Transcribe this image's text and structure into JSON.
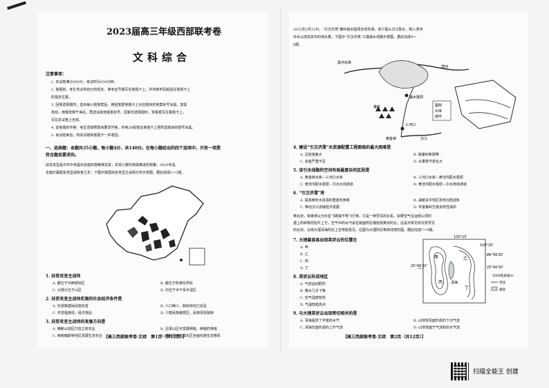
{
  "left": {
    "title": "2023届高三年级西部联考卷",
    "subject": "文科综合",
    "notice_head": "注意事项：",
    "notices": [
      "1. 本试卷满分300分，考试时间150分钟。",
      "2. 答题前，考生务必将自己的姓名、准考证号填写在答题卡上，并将条形码粘贴在答题卡上",
      "   的指定位置。",
      "3. 回答选择题时，选出每小题答案后，用铅笔把答题卡上对应题目的答案标号涂黑。如需",
      "   改动，用橡皮擦干净后，再选涂其他答案标号。回答非选择题时，将答案写在答题卡上。",
      "   写在本试卷上无效。",
      "4. 选考题的作答：考生须按照题目要求作答，并用2B铅笔在答题卡上把所选题目的题号涂黑。",
      "5. 考试结束后，将本试卷和答题卡一并收回。"
    ],
    "section": "一、选择题：本题共35小题，每小题4分，共140分。在每小题给出的四个选项中，只有一项是",
    "section2": "符合题目要求的。",
    "intro": [
      "    扶贫攻坚是中共中央提出全面实施精准扶贫，实现小康并用需推进的政策，2020年是",
      "全面打赢脱贫攻坚战收官之年。下图示我国扶贫攻坚主战场分布示意图。据此完成1～3题。"
    ],
    "questions": [
      {
        "stem": "1. 扶贫攻坚主战场",
        "opts": [
          "A. 都位于中西部地区",
          "B. 都位于阶梯交界处",
          "C. 大部分位于山区",
          "D. 均位于半干旱半湿区"
        ]
      },
      {
        "stem": "2. 扶贫攻坚主战场实施的社会经济条件是",
        "opts": [
          "A. 交通等基础设施完善",
          "B. 人口稀少，剩余劳动力充足",
          "C. 开发程度低，经济落后",
          "D. 少数民族聚居区，民族风情独特"
        ]
      },
      {
        "stem": "3. 扶贫攻坚主战场的发展方向是",
        "opts": [
          "A. 横断山地区打造立体农业",
          "B. 吕梁山区可发展种植，种植的特植",
          "C. 西南喀斯特地区发展生态农业",
          "D. 横断部部石漠化区全面实施生态移民"
        ]
      }
    ],
    "footer": "【高三西部联考卷·文综　第1页（共12页）】"
  },
  "right": {
    "intro": [
      "    2022年2月22日，“引汉济渭”秦岭输水隧洞全线贯通，该工程从汉江取水，跨入渭河",
      "补水以增加关中的地水量，下图示“引汉济渭”工程输水线路示意图。据此完成4～",
      "6题。"
    ],
    "map_labels": [
      "黑河水库",
      "秦岭",
      "输水隧洞",
      "渭河",
      "汉江",
      "三河口",
      "黄金峡",
      "图例",
      "水库",
      "城市"
    ],
    "questions": [
      {
        "stem": "4. 建设“引汉济渭”水资源配置工程面临的最大困难是",
        "opts": [
          "A. 沿途落差大",
          "B. 跨秦岭断裂带",
          "C. 资金严重不足",
          "D. 水量季节变化大"
        ]
      },
      {
        "stem": "5. 该引水线路的空间布局最复杂的区段是",
        "opts": [
          "A. 黄金峡水库—三河口水库",
          "B. 三河口水库—黄池沟配水枢纽",
          "C. 黄池沟配水枢纽—引水北线通道",
          "D. 黄池沟配水枢纽—引水南线通道"
        ]
      },
      {
        "stem": "6. “引汉济渭”将",
        "opts": [
          "A. 提高西安水资源的重复利用率",
          "B. 减缓关中地区农田沉陷迹象",
          "C. 带动汉江流域经济发展",
          "D. 丰富秦岭生物多样性保护"
        ]
      }
    ],
    "passage": [
      "    英云状，常被误认为外星飞碟或不明飞行物，它是一种罕见的云系，如果空气在运经山顶时",
      "遇上的转移而抬升上方，空气中的水汽会在锐面附近凝结成荚状的云，这是日常见到又较罕见",
      "的云状。云南大理洱海附近上空常能看见。右图为大理附近等高线地形图。据此完成7～9题。"
    ],
    "q7": {
      "stem": "7. 大理最容易出现英状云的位置在",
      "opts": [
        "A. 甲",
        "B. 乙",
        "C. 丙",
        "D. 丁"
      ]
    },
    "q8": {
      "stem": "8. 英状云形成地区",
      "opts": [
        "A. 气流运动剧烈",
        "B. 降水几乎下降",
        "C. 空气湿度较低",
        "D. 气温较稳高点"
      ]
    },
    "q9": {
      "stem": "9. 与大理英状云出现密切相关的是",
      "opts": [
        "A. 洱海提供了丰富的水汽",
        "B. 山地背风面形成的下沉气流",
        "C. 洱海空面形成的上升气流",
        "D. 山地背面于气流和的大气流"
      ]
    },
    "contour_labels": [
      "100°10′",
      "100°20′",
      "25°49′30″",
      "25°44′30″",
      "25°49′30″",
      "甲",
      "乙",
      "丙",
      "丁",
      "洱海",
      "2000等高线/m",
      "河流",
      "湖泊"
    ],
    "footer": "【高三西部联考卷·文综　第2页（共12页）】"
  },
  "watermark": "扫描全能王  创建"
}
